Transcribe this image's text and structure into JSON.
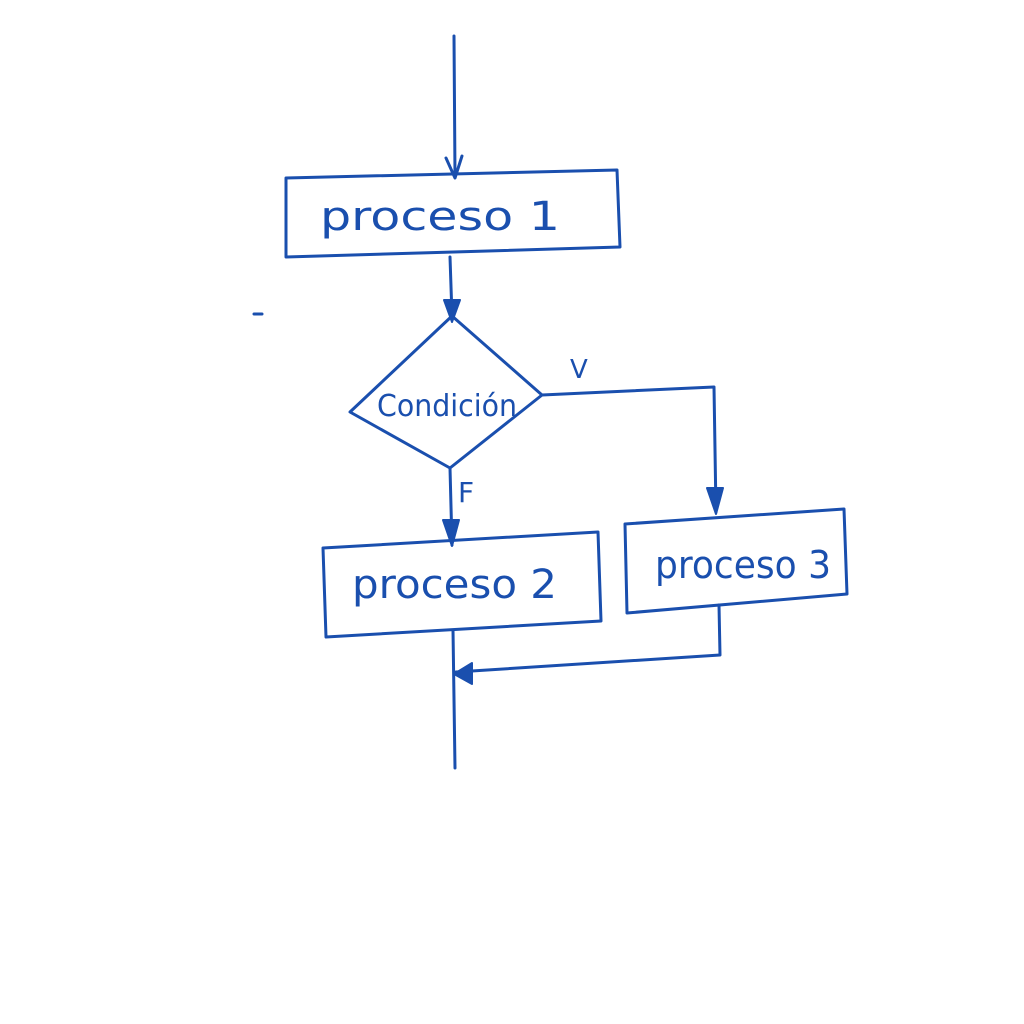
{
  "ink_color": "#1a4fae",
  "background": "#ffffff",
  "nodes": {
    "process1": {
      "label": "proceso 1"
    },
    "condition": {
      "label": "Condición"
    },
    "process2": {
      "label": "proceso 2"
    },
    "process3": {
      "label": "proceso 3"
    }
  },
  "edges": {
    "true_label": "V",
    "false_label": "F"
  }
}
